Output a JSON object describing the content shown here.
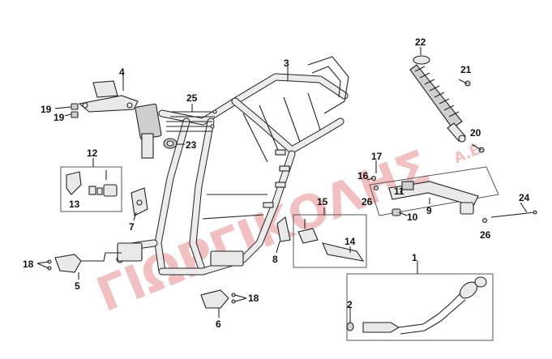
{
  "watermark": {
    "text": "ΓΙΩΡΓΙΚΟΛΗΣ",
    "suffix": "Α.Ε.",
    "color": "#e88e8e"
  },
  "callouts": {
    "c1": "1",
    "c2": "2",
    "c3": "3",
    "c4": "4",
    "c5": "5",
    "c6": "6",
    "c7": "7",
    "c8": "8",
    "c9": "9",
    "c10": "10",
    "c11": "11",
    "c12": "12",
    "c13": "13",
    "c14": "14",
    "c15": "15",
    "c16": "16",
    "c17": "17",
    "c18a": "18",
    "c18b": "18",
    "c19a": "19",
    "c19b": "19",
    "c20": "20",
    "c21": "21",
    "c22": "22",
    "c23": "23",
    "c24": "24",
    "c25": "25",
    "c26a": "26",
    "c26b": "26"
  }
}
